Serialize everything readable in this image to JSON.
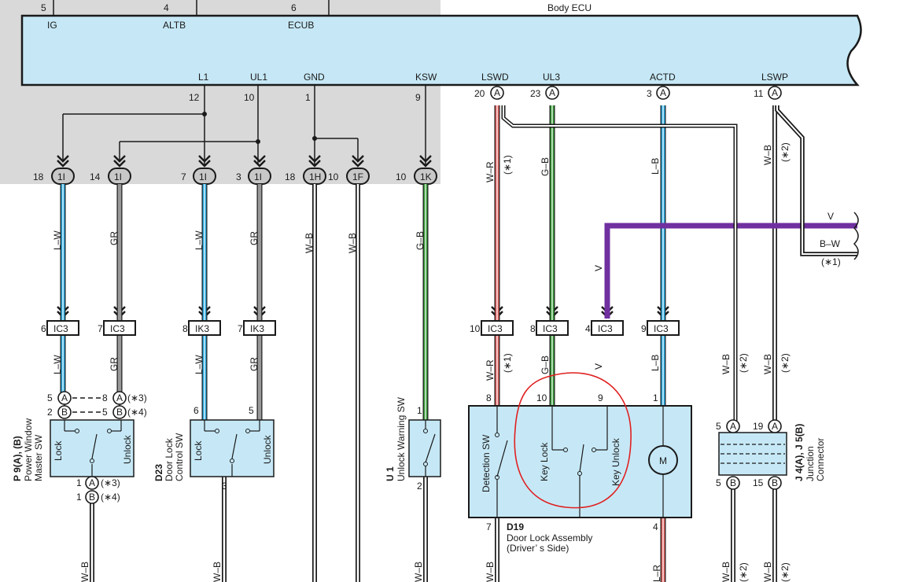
{
  "ecu": {
    "title": "Body ECU",
    "top_pins": [
      {
        "num": "5",
        "name": "IG"
      },
      {
        "num": "4",
        "name": "ALTB"
      },
      {
        "num": "6",
        "name": "ECUB"
      }
    ],
    "bottom_terms": [
      "L1",
      "UL1",
      "GND",
      "KSW",
      "LSWD",
      "UL3",
      "ACTD",
      "LSWP"
    ],
    "pins": [
      "12",
      "10",
      "1",
      "9",
      "20",
      "23",
      "3",
      "11"
    ],
    "lettered_pin": "A"
  },
  "connectors_top": [
    {
      "num": "18",
      "label": "1I"
    },
    {
      "num": "14",
      "label": "1I"
    },
    {
      "num": "7",
      "label": "1I"
    },
    {
      "num": "3",
      "label": "1I"
    },
    {
      "num": "18",
      "label": "1H"
    },
    {
      "num": "10",
      "label": "1F"
    },
    {
      "num": "10",
      "label": "1K"
    }
  ],
  "connectors_mid": [
    {
      "num": "6",
      "label": "IC3"
    },
    {
      "num": "7",
      "label": "IC3"
    },
    {
      "num": "8",
      "label": "IK3"
    },
    {
      "num": "7",
      "label": "IK3"
    },
    {
      "num": "10",
      "label": "IC3"
    },
    {
      "num": "8",
      "label": "IC3"
    },
    {
      "num": "4",
      "label": "IC3"
    },
    {
      "num": "9",
      "label": "IC3"
    }
  ],
  "wires": {
    "v_label": "V",
    "bw_label": "B–W",
    "bw_note": "(∗1)",
    "labels": [
      {
        "text": "L–W"
      },
      {
        "text": "GR"
      },
      {
        "text": "L–W"
      },
      {
        "text": "GR"
      },
      {
        "text": "W–B"
      },
      {
        "text": "W–B"
      },
      {
        "text": "G–B"
      },
      {
        "text": "W–R"
      },
      {
        "text": "(∗1)"
      },
      {
        "text": "G–B"
      },
      {
        "text": "L–B"
      },
      {
        "text": "W–B"
      },
      {
        "text": "(∗2)"
      },
      {
        "text": "L–W"
      },
      {
        "text": "GR"
      },
      {
        "text": "L–W"
      },
      {
        "text": "GR"
      },
      {
        "text": "W–R"
      },
      {
        "text": "(∗1)"
      },
      {
        "text": "G–B"
      },
      {
        "text": "L–B"
      },
      {
        "text": "W–B"
      },
      {
        "text": "(∗2)"
      },
      {
        "text": "W–B"
      },
      {
        "text": "(∗2)"
      },
      {
        "text": "W–B"
      },
      {
        "text": "W–B"
      },
      {
        "text": "W–B"
      },
      {
        "text": "W–B"
      },
      {
        "text": "L–R"
      },
      {
        "text": "W–B"
      },
      {
        "text": "(∗2)"
      },
      {
        "text": "W–B"
      },
      {
        "text": "(∗2)"
      }
    ]
  },
  "components": {
    "pwm": {
      "code": "P 9(A), (B)",
      "name1": "Power Window",
      "name2": "Master SW",
      "lock": "Lock",
      "unlock": "Unlock",
      "pins": [
        {
          "num": "5",
          "letter": "A"
        },
        {
          "num": "2",
          "letter": "B"
        },
        {
          "num": "8",
          "letter": "A",
          "note": "(∗3)"
        },
        {
          "num": "5",
          "letter": "B",
          "note": "(∗4)"
        },
        {
          "num": "1",
          "letter": "A",
          "note": "(∗3)"
        },
        {
          "num": "1",
          "letter": "B",
          "note": "(∗4)"
        }
      ]
    },
    "dlc": {
      "code": "D23",
      "name1": "Door Lock",
      "name2": "Control SW",
      "lock": "Lock",
      "unlock": "Unlock",
      "pin_a": "6",
      "pin_b": "5",
      "pin_c": "3"
    },
    "uws": {
      "code": "U 1",
      "name": "Unlock Warning SW",
      "pin_a": "1",
      "pin_b": "2"
    },
    "dla": {
      "code": "D19",
      "name1": "Door Lock Assembly",
      "name2": "(Driver’ s Side)",
      "detection": "Detection SW",
      "keylock": "Key Lock",
      "keyunlock": "Key Unlock",
      "motor": "M",
      "pins": [
        "8",
        "10",
        "9",
        "1",
        "7",
        "4"
      ]
    },
    "jc": {
      "code": "J 4(A), J 5(B)",
      "name1": "Junction",
      "name2": "Connector",
      "pins": [
        {
          "num": "5",
          "letter": "A"
        },
        {
          "num": "19",
          "letter": "A"
        },
        {
          "num": "5",
          "letter": "B"
        },
        {
          "num": "15",
          "letter": "B"
        }
      ]
    }
  },
  "colors": {
    "ecu_fill": "#c6e8f6",
    "gray_region": "#d9d9d9",
    "l_w": "#29abe2",
    "gr": "#999999",
    "g_b": "#3aa03a",
    "w_r": "#e06060",
    "v": "#7030a0",
    "annotation": "#e02020"
  }
}
